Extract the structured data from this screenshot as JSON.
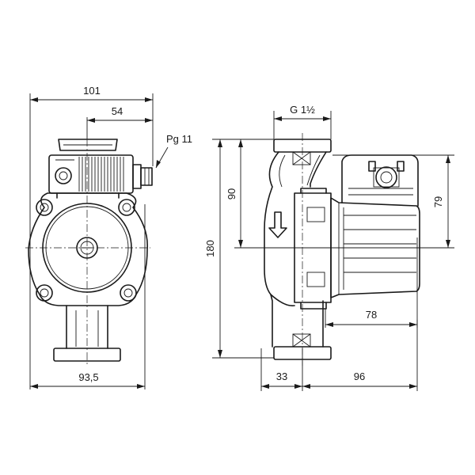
{
  "dimensions": {
    "overall_width": "101",
    "box_offset": "54",
    "cable_gland": "Pg 11",
    "base_width": "93,5",
    "thread": "G 1½",
    "height_total": "180",
    "height_half": "90",
    "motor_height": "79",
    "motor_length": "78",
    "flange_offset": "33",
    "overall_depth": "96"
  }
}
